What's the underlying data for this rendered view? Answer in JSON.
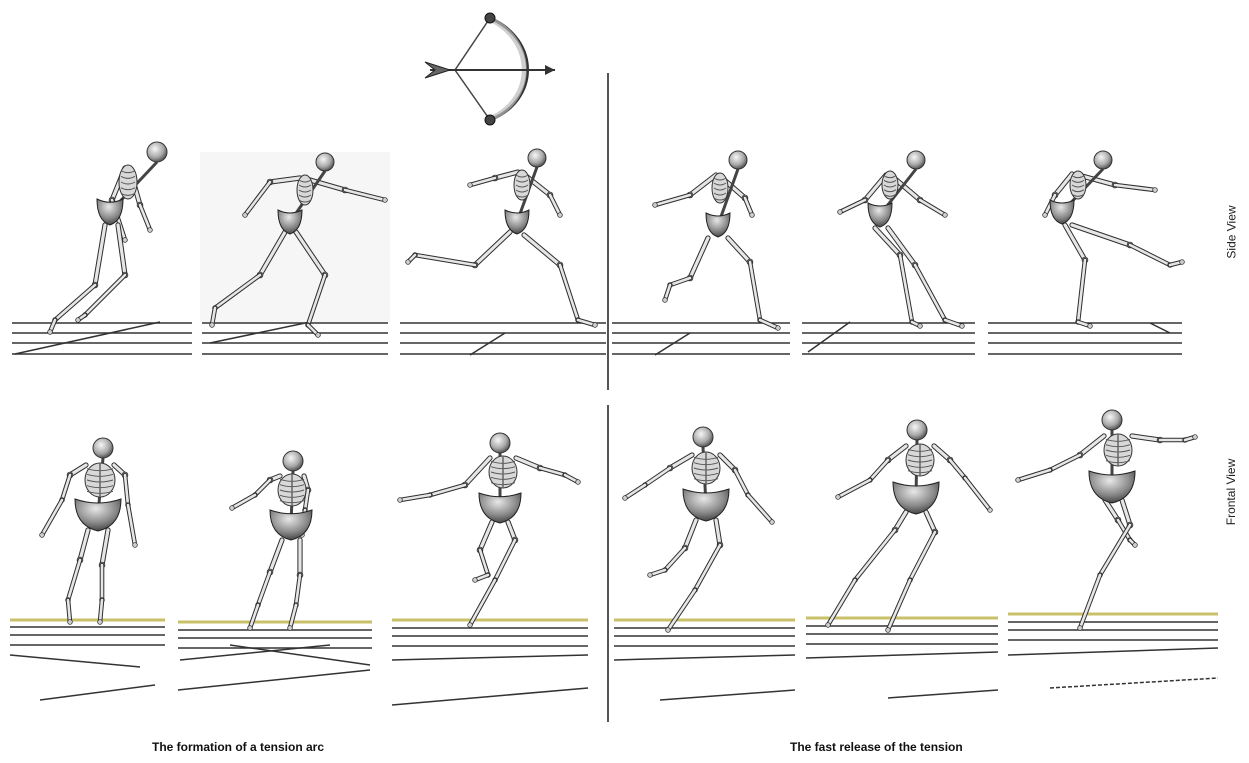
{
  "captions": {
    "left": "The formation of a tension arc",
    "right": "The fast release of the tension"
  },
  "row_labels": {
    "side": "Side View",
    "frontal": "Frontal View"
  },
  "colors": {
    "bone": "#dcdcdc",
    "bone_dark": "#3a3a3a",
    "bone_light": "#f4f4f4",
    "floor": "#333333",
    "floor_accent": "#c8c06a",
    "divider": "#555555"
  },
  "icons": {
    "bow": "bow-and-arrow-icon"
  },
  "figures": {
    "side": [
      "side-frame-1",
      "side-frame-2",
      "side-frame-3",
      "side-frame-4",
      "side-frame-5",
      "side-frame-6"
    ],
    "frontal": [
      "frontal-frame-1",
      "frontal-frame-2",
      "frontal-frame-3",
      "frontal-frame-4",
      "frontal-frame-5",
      "frontal-frame-6"
    ]
  }
}
